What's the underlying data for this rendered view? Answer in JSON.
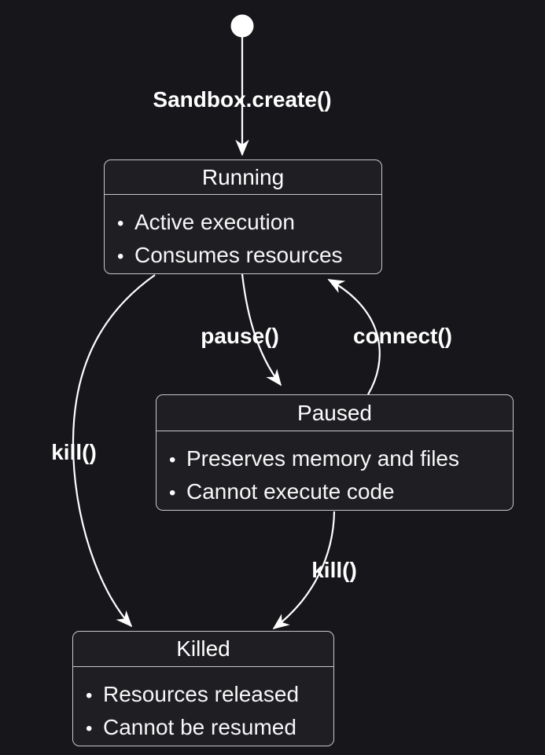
{
  "diagram": {
    "type": "state-diagram",
    "colors": {
      "background": "#17171b",
      "node_fill": "#1e1e23",
      "node_border": "#c9c9c9",
      "text": "#ffffff",
      "edge": "#ffffff"
    },
    "start_node": {
      "shape": "filled-circle"
    },
    "states": [
      {
        "id": "running",
        "title": "Running",
        "bullet_glyph": "•",
        "bullets": [
          "Active execution",
          "Consumes resources"
        ]
      },
      {
        "id": "paused",
        "title": "Paused",
        "bullet_glyph": "•",
        "bullets": [
          "Preserves memory and files",
          "Cannot execute code"
        ]
      },
      {
        "id": "killed",
        "title": "Killed",
        "bullet_glyph": "•",
        "bullets": [
          "Resources released",
          "Cannot be resumed"
        ]
      }
    ],
    "transitions": [
      {
        "from": "start",
        "to": "running",
        "label": "Sandbox.create()"
      },
      {
        "from": "running",
        "to": "paused",
        "label": "pause()"
      },
      {
        "from": "paused",
        "to": "running",
        "label": "connect()"
      },
      {
        "from": "running",
        "to": "killed",
        "label": "kill()"
      },
      {
        "from": "paused",
        "to": "killed",
        "label": "kill()"
      }
    ]
  }
}
